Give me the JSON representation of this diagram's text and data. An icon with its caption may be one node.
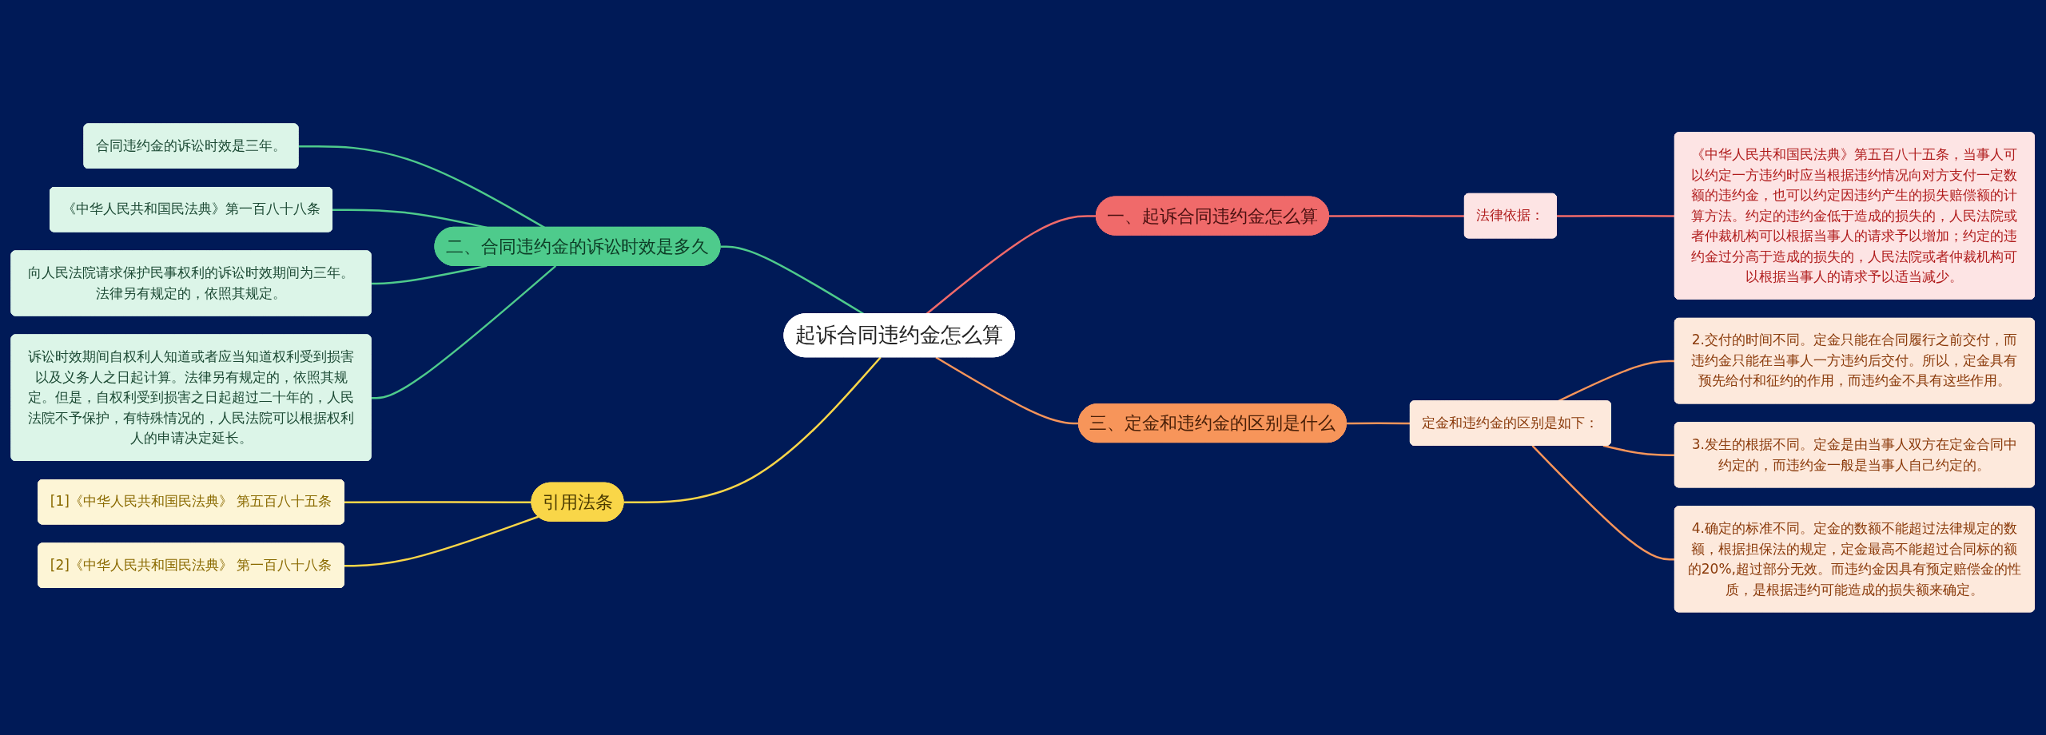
{
  "diagram": {
    "nodes": [
      {
        "text": [
          "起诉合同违约金怎么算"
        ]
      },
      {
        "text": [
          "一、起诉合同违约金怎么算"
        ]
      },
      {
        "text": [
          "法律依据："
        ]
      },
      {
        "text": [
          "《中华人民共和国民法典》第五百八十五条，当事人可以约定一方违约时应当根据违约情况向对方支付一定数额的违约金，也可以约定因违约产生的损失赔偿额的计算方法。约定的违约金低于造成的损失的，人民法院或者仲裁机构可以根据当事人的请求予以增加；约定的违约金过分高于造成的损失的，人民法院或者仲裁机构可以根据当事人的请求予以适当减少。"
        ]
      },
      {
        "text": [
          "二、合同违约金的诉讼时效是多久"
        ]
      },
      {
        "text": [
          "合同违约金的诉讼时效是三年。"
        ]
      },
      {
        "text": [
          "《中华人民共和国民法典》第一百八十八条"
        ]
      },
      {
        "text": [
          "向人民法院请求保护民事权利的诉讼时效期间为三年。法律另有规定的，依照其规定。"
        ]
      },
      {
        "text": [
          "诉讼时效期间自权利人知道或者应当知道权利受到损害以及义务人之日起计算。法律另有规定的，依照其规定。但是，自权利受到损害之日起超过二十年的，人民法院不予保护，有特殊情况的，人民法院可以根据权利人的申请决定延长。"
        ]
      },
      {
        "text": [
          "三、定金和违约金的区别是什么"
        ]
      },
      {
        "text": [
          "定金和违约金的区别是如下："
        ]
      },
      {
        "text": [
          "2.交付的时间不同。定金只能在合同履行之前交付，而违约金只能在当事人一方违约后交付。所以，定金具有预先给付和征约的作用，而违约金不具有这些作用。"
        ]
      },
      {
        "text": [
          "3.发生的根据不同。定金是由当事人双方在定金合同中约定的，而违约金一般是当事人自己约定的。"
        ]
      },
      {
        "text": [
          "4.确定的标准不同。定金的数额不能超过法律规定的数额，根据担保法的规定，定金最高不能超过合同标的额的20%,超过部分无效。而违约金因具有预定赔偿金的性质，是根据违约可能造成的损失额来确定。"
        ]
      },
      {
        "text": [
          "引用法条"
        ]
      },
      {
        "text": [
          "[1]《中华人民共和国民法典》 第五百八十五条"
        ]
      },
      {
        "text": [
          "[2]《中华人民共和国民法典》 第一百八十八条"
        ]
      }
    ],
    "edges": [
      {
        "from": 0,
        "to": 1,
        "arrow": "none",
        "color": "#f06a6a"
      },
      {
        "from": 1,
        "to": 2,
        "arrow": "none",
        "color": "#f06a6a"
      },
      {
        "from": 2,
        "to": 3,
        "arrow": "none",
        "color": "#f06a6a"
      },
      {
        "from": 0,
        "to": 4,
        "arrow": "none",
        "color": "#4ecb8c"
      },
      {
        "from": 4,
        "to": 5,
        "arrow": "none",
        "color": "#4ecb8c"
      },
      {
        "from": 4,
        "to": 6,
        "arrow": "none",
        "color": "#4ecb8c"
      },
      {
        "from": 4,
        "to": 7,
        "arrow": "none",
        "color": "#4ecb8c"
      },
      {
        "from": 4,
        "to": 8,
        "arrow": "none",
        "color": "#4ecb8c"
      },
      {
        "from": 0,
        "to": 9,
        "arrow": "none",
        "color": "#f7955a"
      },
      {
        "from": 9,
        "to": 10,
        "arrow": "none",
        "color": "#f7955a"
      },
      {
        "from": 10,
        "to": 11,
        "arrow": "none",
        "color": "#f7955a"
      },
      {
        "from": 10,
        "to": 12,
        "arrow": "none",
        "color": "#f7955a"
      },
      {
        "from": 10,
        "to": 13,
        "arrow": "none",
        "color": "#f7955a"
      },
      {
        "from": 0,
        "to": 14,
        "arrow": "none",
        "color": "#f9d648"
      },
      {
        "from": 14,
        "to": 15,
        "arrow": "none",
        "color": "#f9d648"
      },
      {
        "from": 14,
        "to": 16,
        "arrow": "none",
        "color": "#f9d648"
      }
    ]
  }
}
